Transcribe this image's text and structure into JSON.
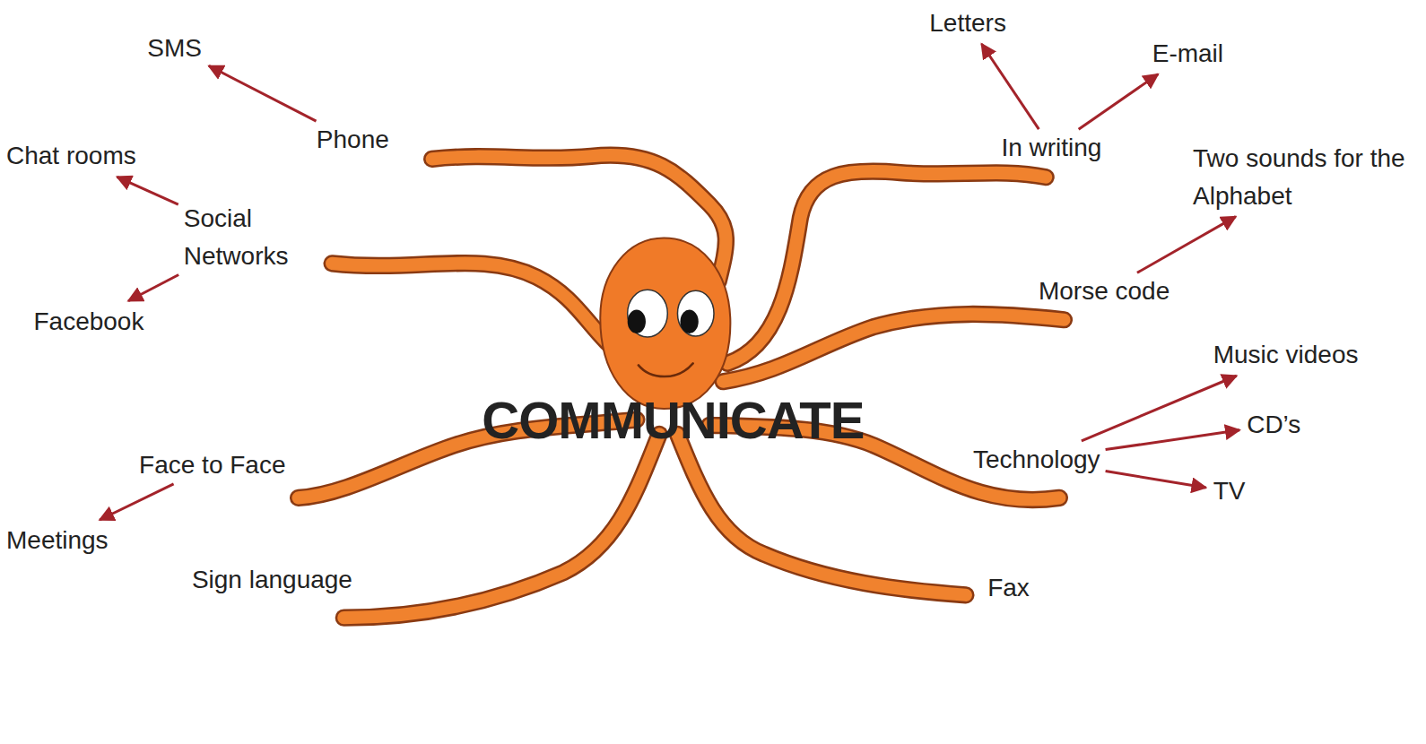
{
  "diagram": {
    "nodes": [
      {
        "text": [
          "Letters"
        ]
      },
      {
        "text": [
          "SMS"
        ]
      },
      {
        "text": [
          "E-mail"
        ]
      },
      {
        "text": [
          "Phone"
        ]
      },
      {
        "text": [
          "In writing"
        ]
      },
      {
        "text": [
          "Chat rooms"
        ]
      },
      {
        "text": [
          "Two sounds for the Alphabet"
        ]
      },
      {
        "text": [
          "Social Networks"
        ]
      },
      {
        "text": [
          "Morse code"
        ]
      },
      {
        "text": [
          "Facebook"
        ]
      },
      {
        "text": [
          "Music videos"
        ]
      },
      {
        "text": [
          "CD’s"
        ]
      },
      {
        "text": [
          "Technology"
        ]
      },
      {
        "text": [
          "Face to Face"
        ]
      },
      {
        "text": [
          "TV"
        ]
      },
      {
        "text": [
          "Meetings"
        ]
      },
      {
        "text": [
          "Sign language"
        ]
      },
      {
        "text": [
          "Fax"
        ]
      }
    ],
    "edges": [
      {
        "from": 3,
        "to": 1,
        "arrow": "to"
      },
      {
        "from": 7,
        "to": 5,
        "arrow": "to"
      },
      {
        "from": 7,
        "to": 9,
        "arrow": "to"
      },
      {
        "from": 4,
        "to": 0,
        "arrow": "to"
      },
      {
        "from": 4,
        "to": 2,
        "arrow": "to"
      },
      {
        "from": 8,
        "to": 6,
        "arrow": "to"
      },
      {
        "from": 12,
        "to": 10,
        "arrow": "to"
      },
      {
        "from": 12,
        "to": 11,
        "arrow": "to"
      },
      {
        "from": 12,
        "to": 14,
        "arrow": "to"
      },
      {
        "from": 13,
        "to": 15,
        "arrow": "to"
      }
    ],
    "labels": [
      "COMMUNICATE"
    ]
  }
}
